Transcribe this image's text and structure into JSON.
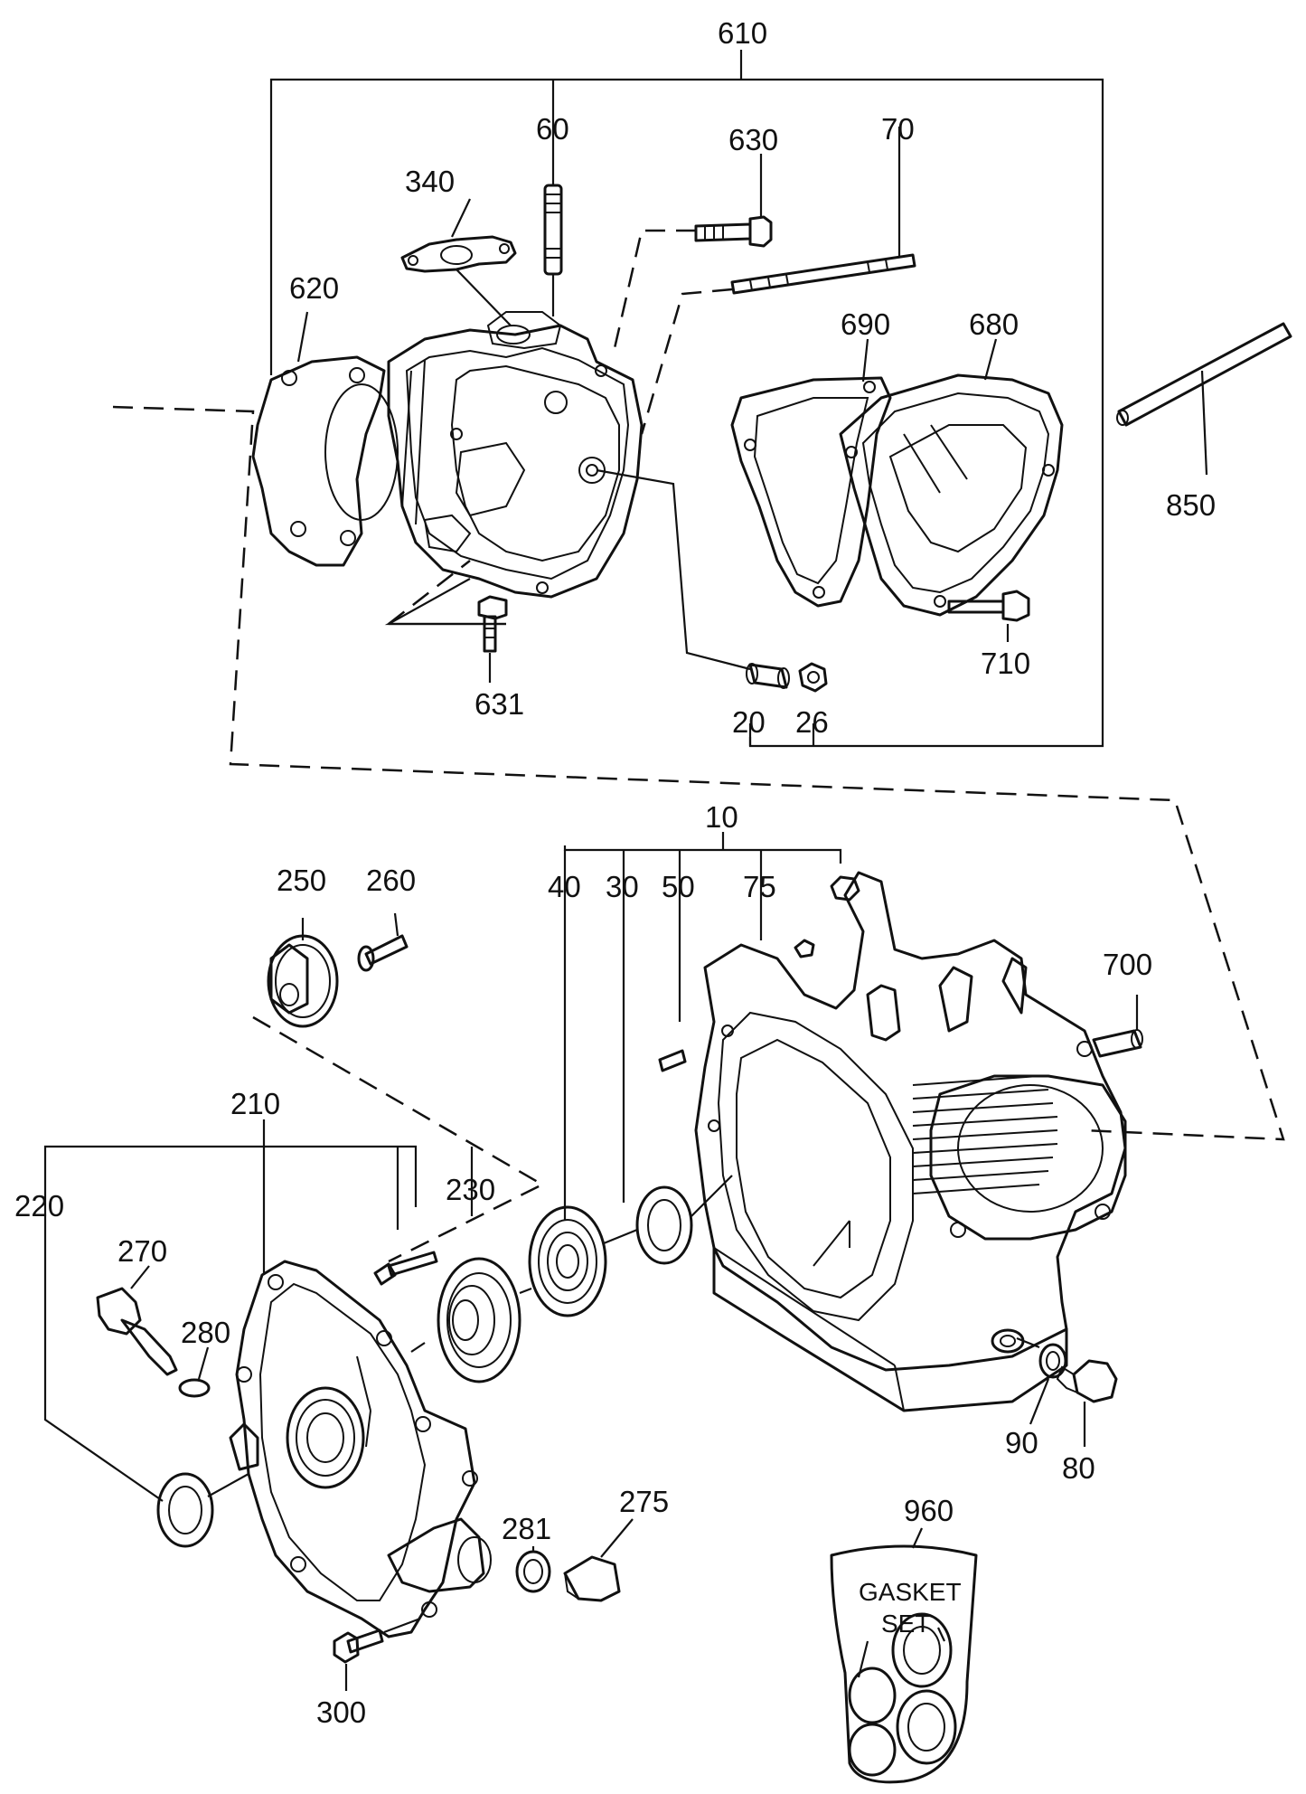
{
  "labels": {
    "p610": "610",
    "p60": "60",
    "p630": "630",
    "p70": "70",
    "p340": "340",
    "p620": "620",
    "p690": "690",
    "p680": "680",
    "p850": "850",
    "p710": "710",
    "p631": "631",
    "p20": "20",
    "p26": "26",
    "p10": "10",
    "p40": "40",
    "p30": "30",
    "p50": "50",
    "p75": "75",
    "p700": "700",
    "p250": "250",
    "p260": "260",
    "p210": "210",
    "p220": "220",
    "p230": "230",
    "p270": "270",
    "p280": "280",
    "p90": "90",
    "p80": "80",
    "p281": "281",
    "p275": "275",
    "p960": "960",
    "p300": "300"
  },
  "gasket_set": {
    "line1": "GASKET",
    "line2": "SET"
  }
}
